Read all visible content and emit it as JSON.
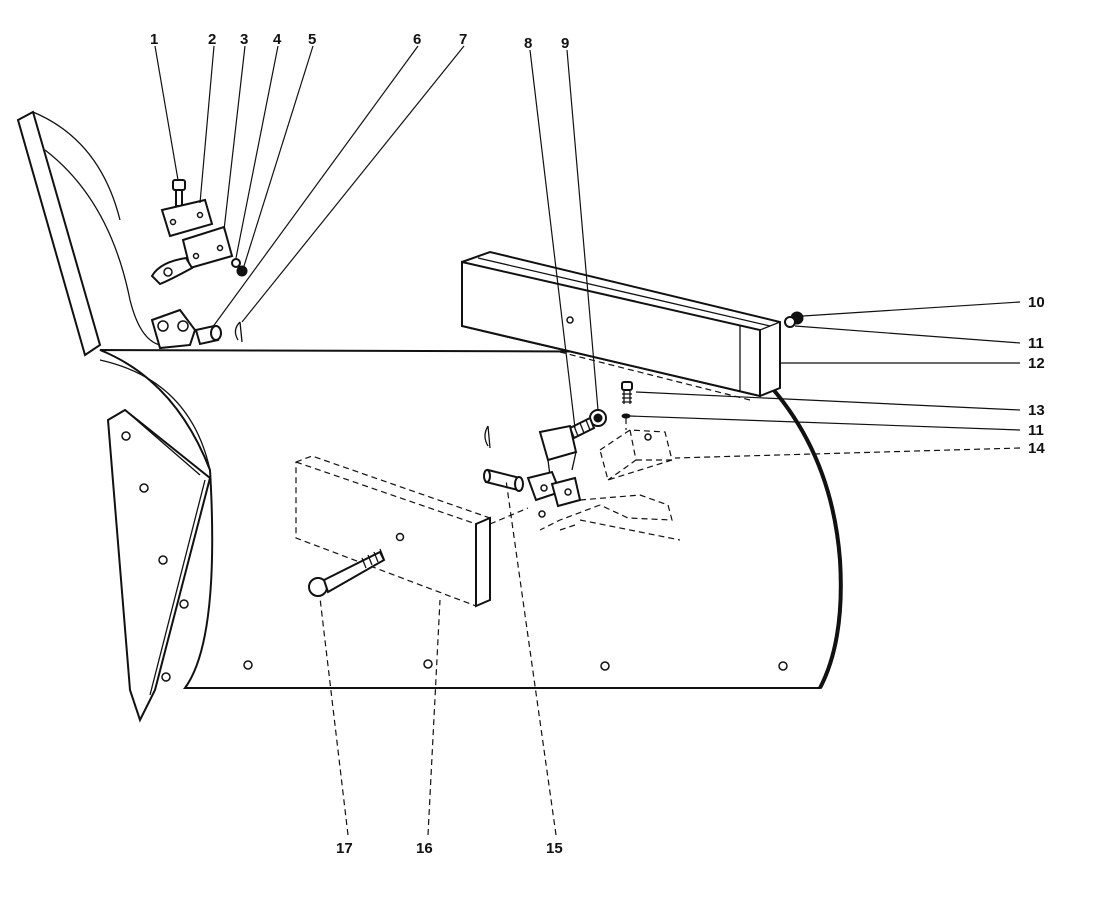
{
  "callouts": [
    {
      "id": "c1",
      "label": "1"
    },
    {
      "id": "c2",
      "label": "2"
    },
    {
      "id": "c3",
      "label": "3"
    },
    {
      "id": "c4",
      "label": "4"
    },
    {
      "id": "c5",
      "label": "5"
    },
    {
      "id": "c6",
      "label": "6"
    },
    {
      "id": "c7",
      "label": "7"
    },
    {
      "id": "c8",
      "label": "8"
    },
    {
      "id": "c9",
      "label": "9"
    },
    {
      "id": "c10",
      "label": "10"
    },
    {
      "id": "c11a",
      "label": "11"
    },
    {
      "id": "c12",
      "label": "12"
    },
    {
      "id": "c13",
      "label": "13"
    },
    {
      "id": "c11b",
      "label": "11"
    },
    {
      "id": "c14",
      "label": "14"
    },
    {
      "id": "c15",
      "label": "15"
    },
    {
      "id": "c16",
      "label": "16"
    },
    {
      "id": "c17",
      "label": "17"
    }
  ],
  "colors": {
    "ink": "#111111",
    "paper": "#ffffff"
  }
}
